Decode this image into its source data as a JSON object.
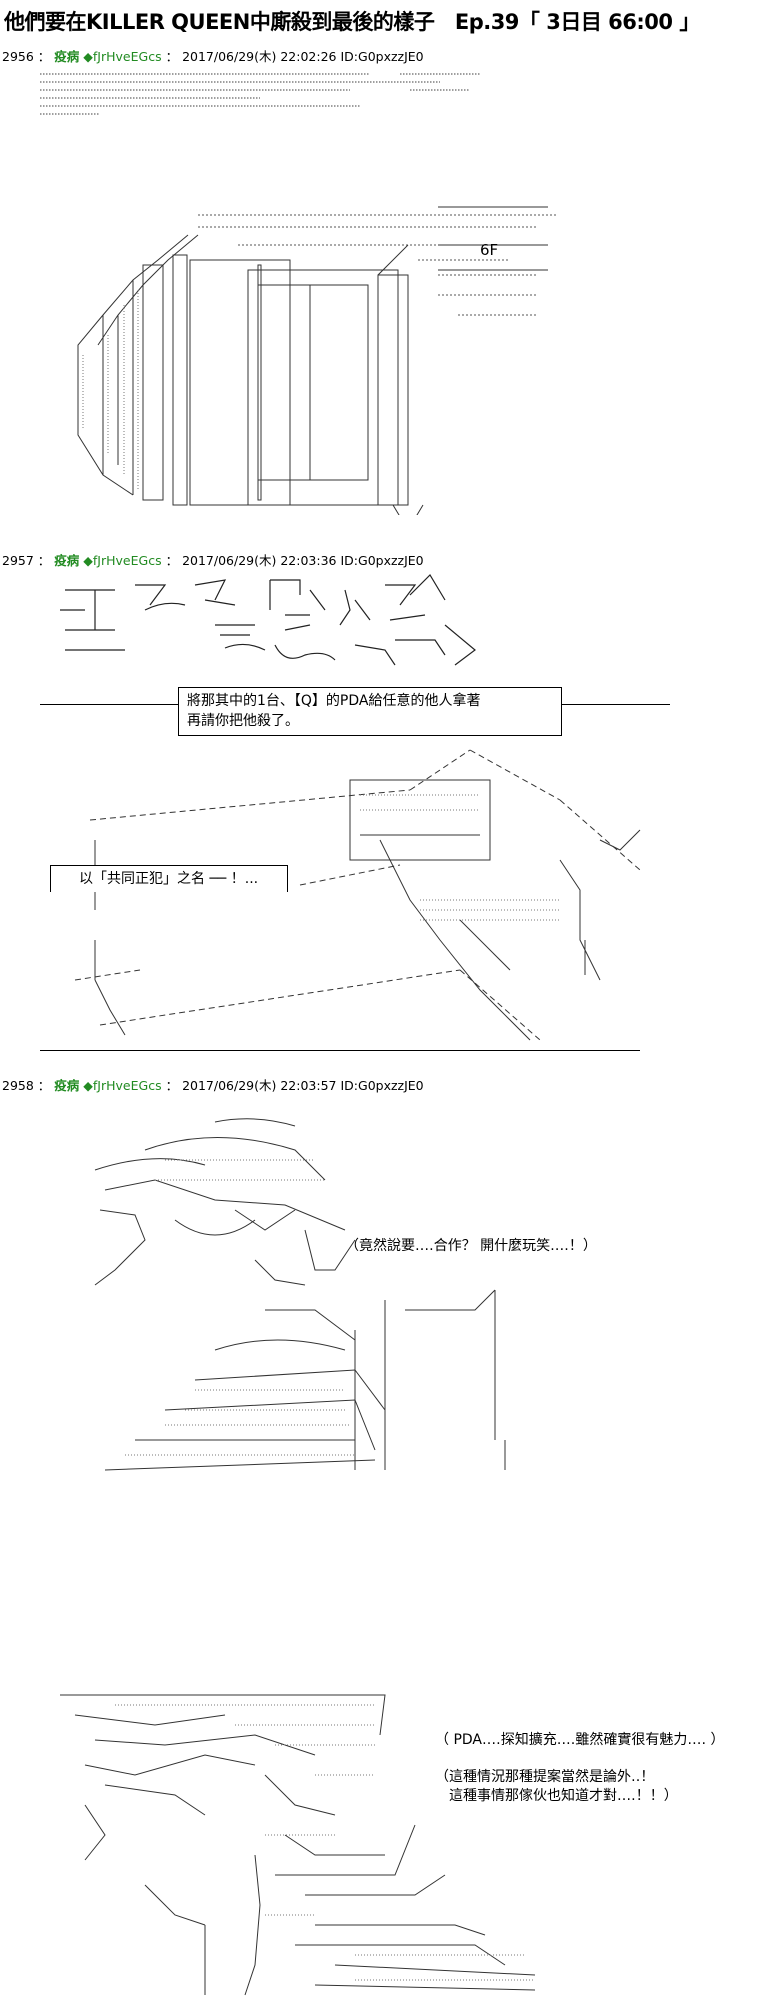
{
  "title": "他們要在KILLER QUEEN中廝殺到最後的樣子　Ep.39「 3日目 66:00 」",
  "posts": [
    {
      "number": "2956",
      "name": "疫病",
      "trip": "◆fJrHveEGcs",
      "date": "2017/06/29(木) 22:02:26",
      "id": "ID:G0pxzzJE0",
      "floor_label": "6F"
    },
    {
      "number": "2957",
      "name": "疫病",
      "trip": "◆fJrHveEGcs",
      "date": "2017/06/29(木) 22:03:36",
      "id": "ID:G0pxzzJE0",
      "box_line1": "將那其中的1台、【Q】的PDA給任意的他人拿著",
      "box_line2": "再請你把他殺了。",
      "box2_text": "以「共同正犯」之名 ── ！..."
    },
    {
      "number": "2958",
      "name": "疫病",
      "trip": "◆fJrHveEGcs",
      "date": "2017/06/29(木) 22:03:57",
      "id": "ID:G0pxzzJE0",
      "speech1": "（竟然說要‥‥合作？ 開什麼玩笑‥‥！）",
      "speech2": "（ PDA‥‥探知擴充‥‥雖然確實很有魅力‥‥ ）",
      "speech3_line1": "（這種情況那種提案當然是論外‥！",
      "speech3_line2": "這種事情那傢伙也知道才對‥‥！！）"
    }
  ]
}
